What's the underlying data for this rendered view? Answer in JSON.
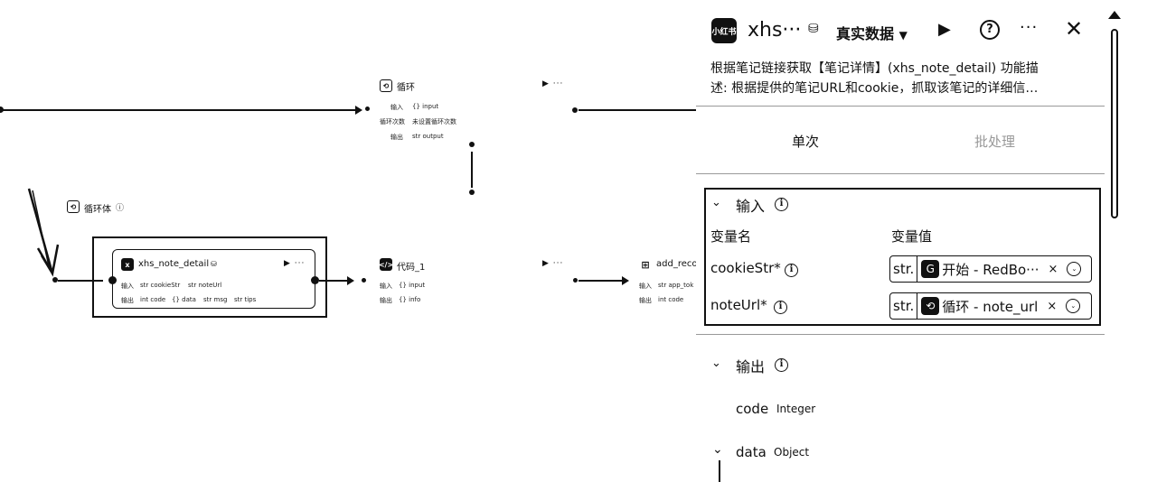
{
  "canvas": {
    "loop_node": {
      "title": "循环",
      "input_label": "输入",
      "input_value": "{} input",
      "mode_label": "循环次数",
      "mode_value": "未设置循环次数",
      "output_label": "输出",
      "output_value": "str output"
    },
    "loop_body": {
      "label": "循环体"
    },
    "xhs_node": {
      "title": "xhs_note_detail",
      "input_label": "输入",
      "inputs": [
        "str cookieStr",
        "str noteUrl"
      ],
      "output_label": "输出",
      "outputs": [
        "int code",
        "{} data",
        "str msg",
        "str tips"
      ]
    },
    "code_node": {
      "title": "代码_1",
      "input_label": "输入",
      "input_value": "{} input",
      "output_label": "输出",
      "output_value": "{} info"
    },
    "add_node": {
      "title": "add_reco",
      "input_label": "输入",
      "input_value": "str app_tok",
      "output_label": "输出",
      "output_value": "int code"
    },
    "actions": "▶ ···"
  },
  "panel": {
    "app_name": "xhs···",
    "data_mode": "真实数据",
    "description": "根据笔记链接获取【笔记详情】(xhs_note_detail) 功能描述: 根据提供的笔记URL和cookie，抓取该笔记的详细信…",
    "desc_line1": "根据笔记链接获取【笔记详情】(xhs_note_detail) 功能描",
    "desc_line2": "述: 根据提供的笔记URL和cookie，抓取该笔记的详细信…",
    "tabs": [
      "单次",
      "批处理"
    ],
    "input_section": {
      "title": "输入",
      "col_name": "变量名",
      "col_value": "变量值",
      "rows": [
        {
          "name": "cookieStr*",
          "type": "str.",
          "ref": "开始 - RedBo···"
        },
        {
          "name": "noteUrl*",
          "type": "str.",
          "ref": "循环 - note_url"
        }
      ]
    },
    "output_section": {
      "title": "输出",
      "items": [
        {
          "name": "code",
          "type": "Integer"
        },
        {
          "name": "data",
          "type": "Object"
        }
      ]
    }
  },
  "colors": {
    "ink": "#111111",
    "background": "#ffffff",
    "muted": "#999999"
  },
  "icons": [
    "app-logo-icon",
    "data-icon",
    "play-icon",
    "help-icon",
    "more-icon",
    "close-icon",
    "info-icon",
    "chevron-down-icon",
    "start-node-icon",
    "loop-node-icon",
    "clear-icon",
    "select-icon"
  ]
}
